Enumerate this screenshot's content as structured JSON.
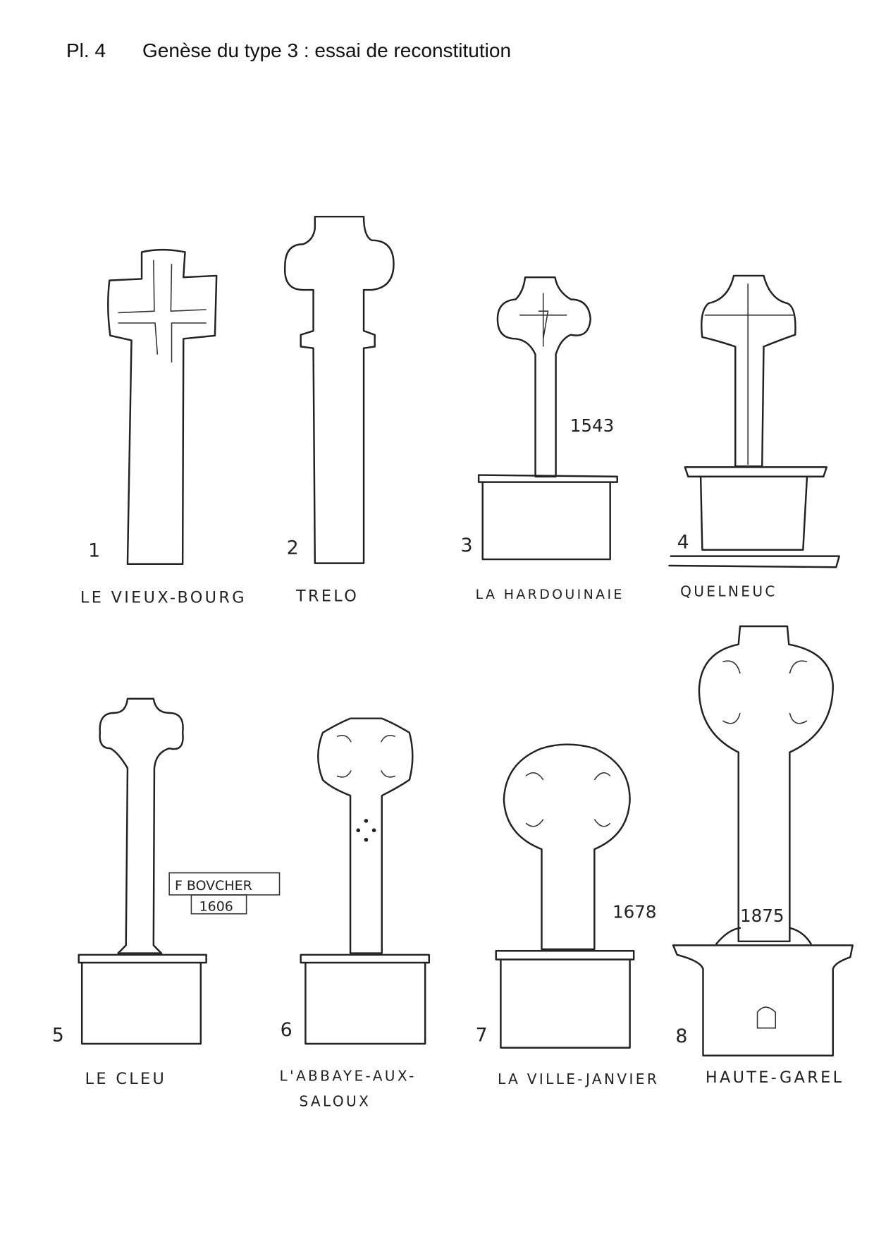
{
  "header": {
    "plate": "Pl. 4",
    "title": "Genèse du type 3 : essai de reconstitution"
  },
  "crosses": [
    {
      "number": "1",
      "name": "LE VIEUX-BOURG"
    },
    {
      "number": "2",
      "name": "TRELO"
    },
    {
      "number": "3",
      "name": "LA HARDOUINAIE",
      "date": "1543"
    },
    {
      "number": "4",
      "name": "QUELNEUC"
    },
    {
      "number": "5",
      "name": "LE CLEU",
      "inscription_line1": "F BOVCHER",
      "inscription_line2": "1606"
    },
    {
      "number": "6",
      "name_line1": "L'ABBAYE-AUX-",
      "name_line2": "SALOUX"
    },
    {
      "number": "7",
      "name": "LA VILLE-JANVIER",
      "date": "1678"
    },
    {
      "number": "8",
      "name": "HAUTE-GAREL",
      "date": "1875"
    }
  ]
}
